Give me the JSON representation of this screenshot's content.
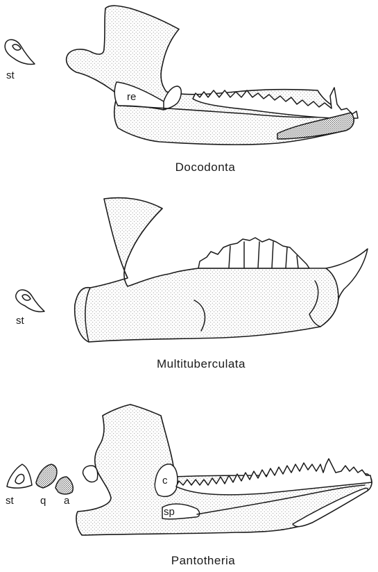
{
  "panels": [
    {
      "caption": "Docodonta",
      "labels": {
        "stapes": "st",
        "reflected_lamina": "re"
      }
    },
    {
      "caption": "Multituberculata",
      "labels": {
        "stapes": "st"
      }
    },
    {
      "caption": "Pantotheria",
      "labels": {
        "stapes": "st",
        "quadrate": "q",
        "articular": "a",
        "coronoid": "c",
        "splenial": "sp"
      }
    }
  ]
}
